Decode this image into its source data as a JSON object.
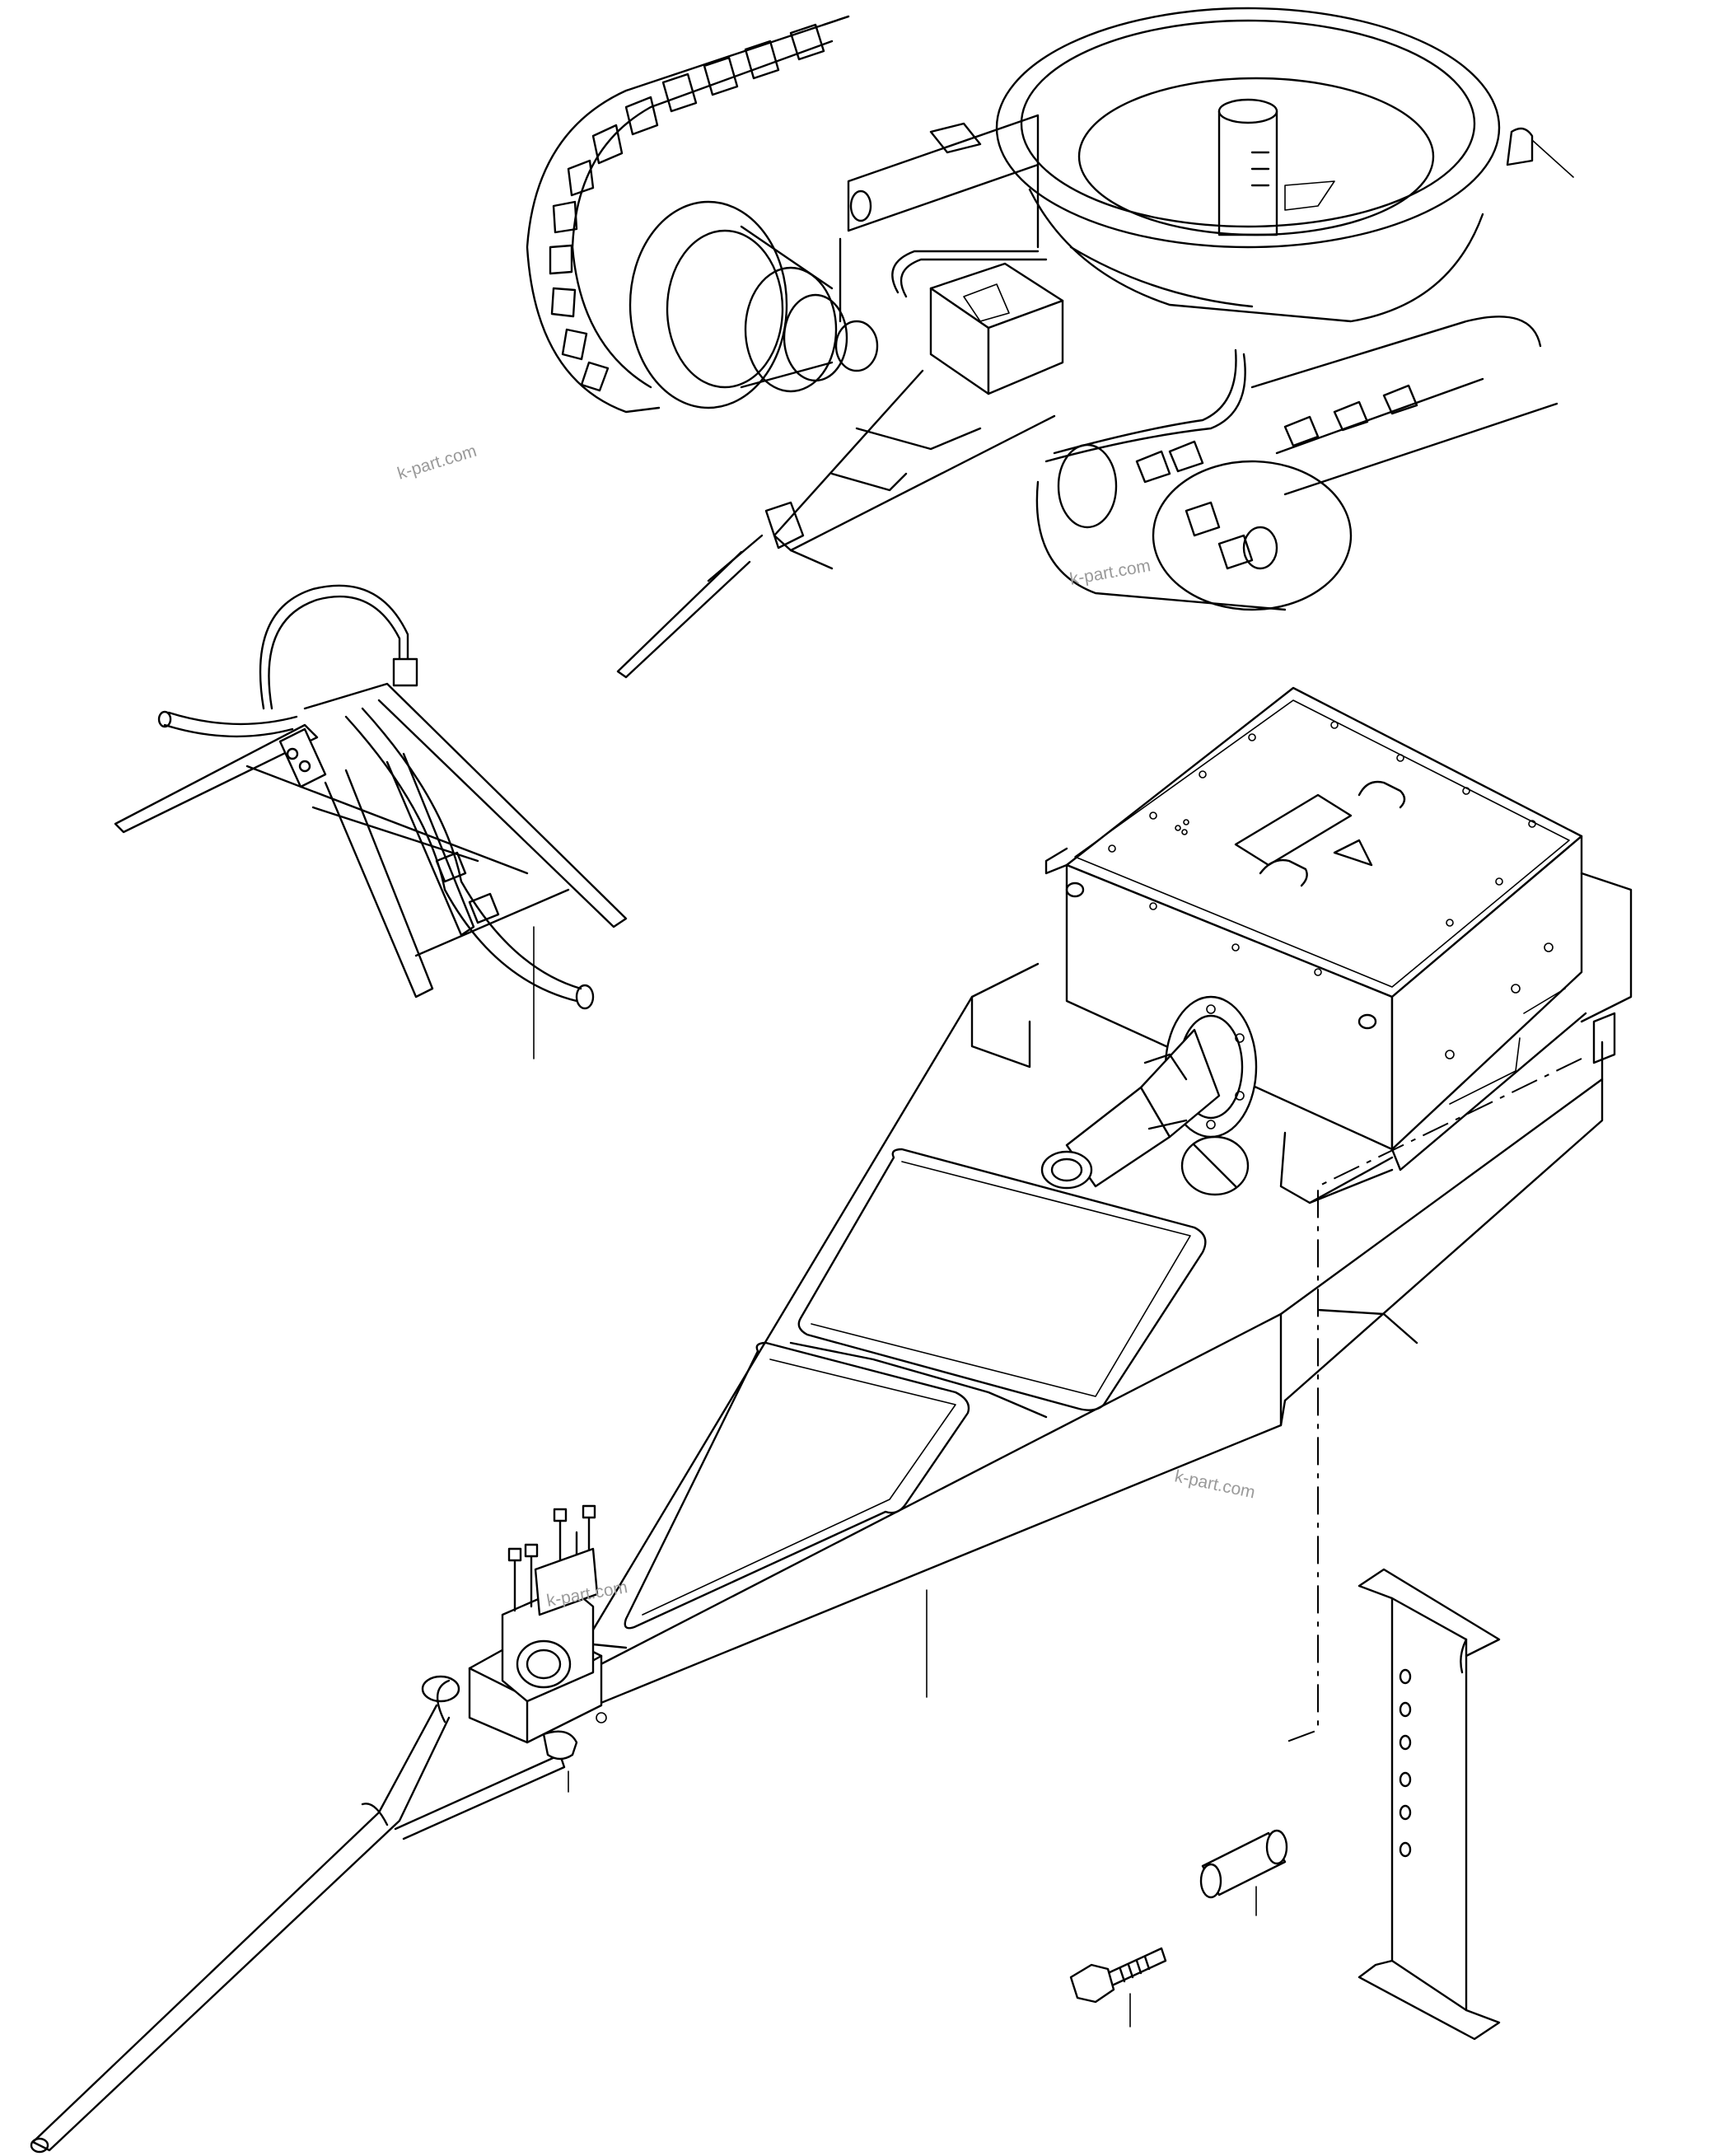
{
  "colors": {
    "line": "#000000",
    "background": "#ffffff",
    "watermark": "#9a9a9a"
  },
  "watermarks": [
    "k-part.com",
    "k-part.com",
    "k-part.com",
    "k-part.com"
  ]
}
